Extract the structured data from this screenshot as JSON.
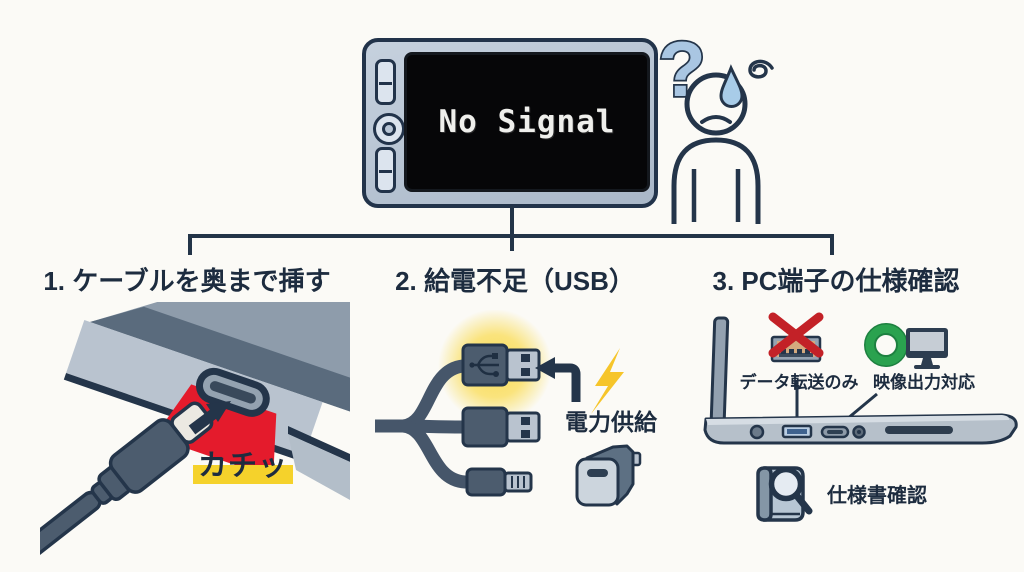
{
  "colors": {
    "background": "#fbfaf6",
    "ink_outline": "#24354a",
    "text_ink": "#1d2c3f",
    "port_highlight_red": "#e41b2c",
    "x_mark_red": "#c32127",
    "highlight_yellow": "#f5d22b",
    "bolt_yellow": "#f6c52a",
    "ok_green": "#2aa24f",
    "device_bezel": "#b9c6d6",
    "cable_slate": "#4c5c6e"
  },
  "monitor": {
    "screen_text": "No Signal"
  },
  "person": {
    "question_mark": "?"
  },
  "steps": {
    "step1": {
      "title": "1. ケーブルを奥まで挿す",
      "click_label": "カチッ"
    },
    "step2": {
      "title": "2. 給電不足（USB）",
      "power_label": "電力供給"
    },
    "step3": {
      "title": "3. PC端子の仕様確認",
      "data_only_label": "データ転送のみ",
      "video_out_label": "映像出力対応",
      "spec_label": "仕様書確認"
    }
  }
}
